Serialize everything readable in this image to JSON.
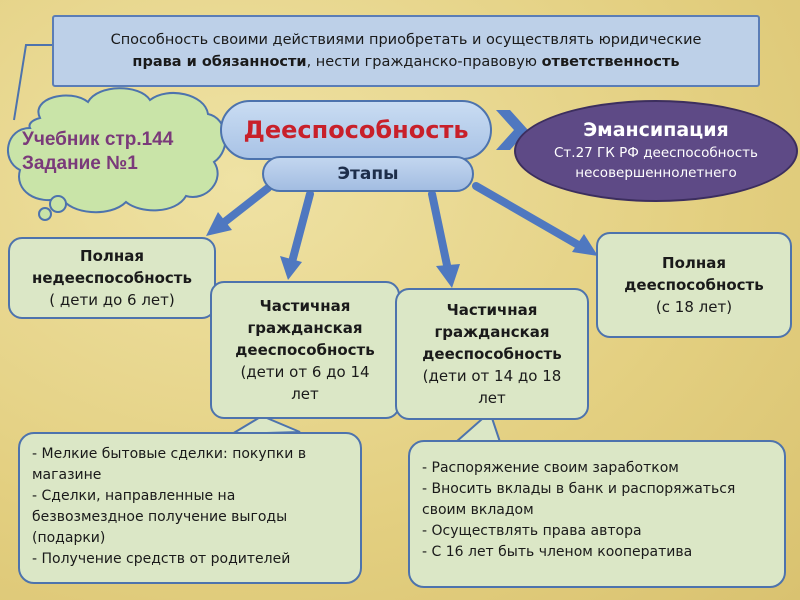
{
  "definition": {
    "part1": "Способность своими действиями приобретать и осуществлять юридические",
    "bold1": "права и обязанности",
    "part2": ", нести гражданско-правовую ",
    "bold2": "ответственность"
  },
  "cloud": {
    "line1": "Учебник стр.144",
    "line2": "Задание №1"
  },
  "main_concept": "Дееспособность",
  "stages_label": "Этапы",
  "emancipation": {
    "title": "Эмансипация",
    "line1": "Ст.27 ГК РФ дееспособность",
    "line2": "несовершеннолетнего"
  },
  "stages": [
    {
      "title_1": "Полная",
      "title_2": "недееспособность",
      "detail": "( дети до 6 лет)"
    },
    {
      "title_1": "Частичная",
      "title_2": "гражданская",
      "title_3": "дееспособность",
      "detail_1": "(дети от 6 до 14",
      "detail_2": "лет"
    },
    {
      "title_1": "Частичная",
      "title_2": "гражданская",
      "title_3": "дееспособность",
      "detail_1": "(дети от 14 до 18",
      "detail_2": "лет"
    },
    {
      "title_1": "Полная",
      "title_2": "дееспособность",
      "detail": "(с 18 лет)"
    }
  ],
  "notes_left": [
    "-  Мелкие бытовые сделки: покупки в магазине",
    "-  Сделки, направленные на безвозмездное получение выгоды (подарки)",
    "-  Получение средств от родителей"
  ],
  "notes_right": [
    "- Распоряжение своим заработком",
    "- Вносить вклады в банк и распоряжаться своим вкладом",
    "-  Осуществлять права автора",
    "-  С 16 лет быть членом кооператива"
  ],
  "colors": {
    "background": "#e6d48a",
    "box_blue": "#bdd0e8",
    "box_green": "#dbe7c6",
    "border_blue": "#4d73ad",
    "arrow_blue": "#4f78c0",
    "main_red": "#c8202a",
    "emancipation_purple": "#5e4a86",
    "cloud_green": "#c9e4a8",
    "cloud_text_purple": "#7a3a7a"
  }
}
